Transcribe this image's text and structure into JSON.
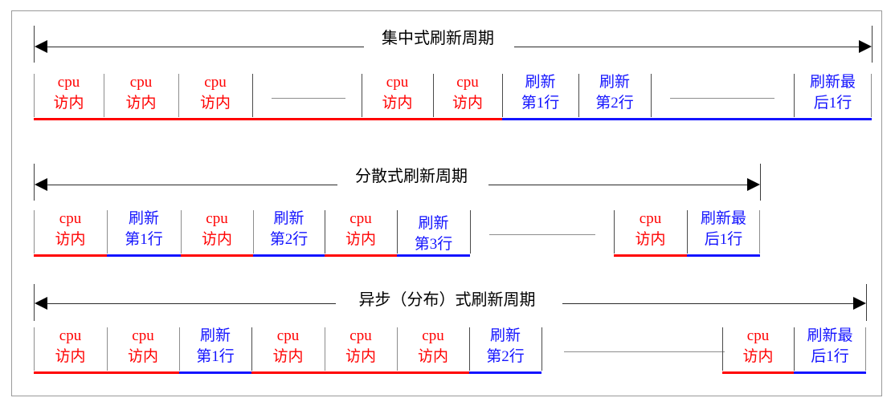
{
  "figure": {
    "title_semantic": "DRAM refresh cycle timing diagram",
    "colors": {
      "cpu_access": "#ff0000",
      "refresh": "#1414ff",
      "axis": "#2a2a2a",
      "separator": "#4a4a4a",
      "frame": "#9a9a9a"
    },
    "labels": {
      "cpu_line1": "cpu",
      "cpu_line2": "访内",
      "refresh_word": "刷新",
      "row1_label": "第1行",
      "row2_label": "第2行",
      "row3_label": "第3行",
      "last_line1": "刷新最",
      "last_line2": "后1行"
    }
  },
  "rows": [
    {
      "id": "centralized",
      "arrow_label": "集中式刷新周\n期",
      "arrow_label_text": "集中式刷新周期",
      "cells": [
        {
          "kind": "cpu",
          "l1": "cpu",
          "l2": "访内"
        },
        {
          "kind": "cpu",
          "l1": "cpu",
          "l2": "访内"
        },
        {
          "kind": "cpu",
          "l1": "cpu",
          "l2": "访内"
        },
        {
          "kind": "ellipsis",
          "l1": "",
          "l2": ""
        },
        {
          "kind": "cpu",
          "l1": "cpu",
          "l2": "访内"
        },
        {
          "kind": "cpu",
          "l1": "cpu",
          "l2": "访内"
        },
        {
          "kind": "refresh",
          "l1": "刷新",
          "l2": "第1行"
        },
        {
          "kind": "refresh",
          "l1": "刷新",
          "l2": "第2行"
        },
        {
          "kind": "ellipsis",
          "l1": "",
          "l2": ""
        },
        {
          "kind": "refresh",
          "l1": "刷新最",
          "l2": "后1行"
        }
      ]
    },
    {
      "id": "distributed",
      "arrow_label": "分散式刷新周\n期",
      "arrow_label_text": "分散式刷新周期",
      "cells": [
        {
          "kind": "cpu",
          "l1": "cpu",
          "l2": "访内"
        },
        {
          "kind": "refresh",
          "l1": "刷新",
          "l2": "第1行"
        },
        {
          "kind": "cpu",
          "l1": "cpu",
          "l2": "访内"
        },
        {
          "kind": "refresh",
          "l1": "刷新",
          "l2": "第2行"
        },
        {
          "kind": "cpu",
          "l1": "cpu",
          "l2": "访内"
        },
        {
          "kind": "refresh",
          "l1": "刷新",
          "l2": "第3行"
        },
        {
          "kind": "ellipsis",
          "l1": "",
          "l2": ""
        },
        {
          "kind": "cpu",
          "l1": "cpu",
          "l2": "访内"
        },
        {
          "kind": "refresh",
          "l1": "刷新最",
          "l2": "后1行"
        }
      ]
    },
    {
      "id": "asynchronous",
      "arrow_label": "异步（分布）式刷新周期",
      "arrow_label_text": "异步（分布）式刷新周期",
      "cells": [
        {
          "kind": "cpu",
          "l1": "cpu",
          "l2": "访内"
        },
        {
          "kind": "cpu",
          "l1": "cpu",
          "l2": "访内"
        },
        {
          "kind": "refresh",
          "l1": "刷新",
          "l2": "第1行"
        },
        {
          "kind": "cpu",
          "l1": "cpu",
          "l2": "访内"
        },
        {
          "kind": "cpu",
          "l1": "cpu",
          "l2": "访内"
        },
        {
          "kind": "cpu",
          "l1": "cpu",
          "l2": "访内"
        },
        {
          "kind": "refresh",
          "l1": "刷新",
          "l2": "第2行"
        },
        {
          "kind": "ellipsis",
          "l1": "",
          "l2": ""
        },
        {
          "kind": "cpu",
          "l1": "cpu",
          "l2": "访内"
        },
        {
          "kind": "refresh",
          "l1": "刷新最",
          "l2": "后1行"
        }
      ]
    }
  ]
}
